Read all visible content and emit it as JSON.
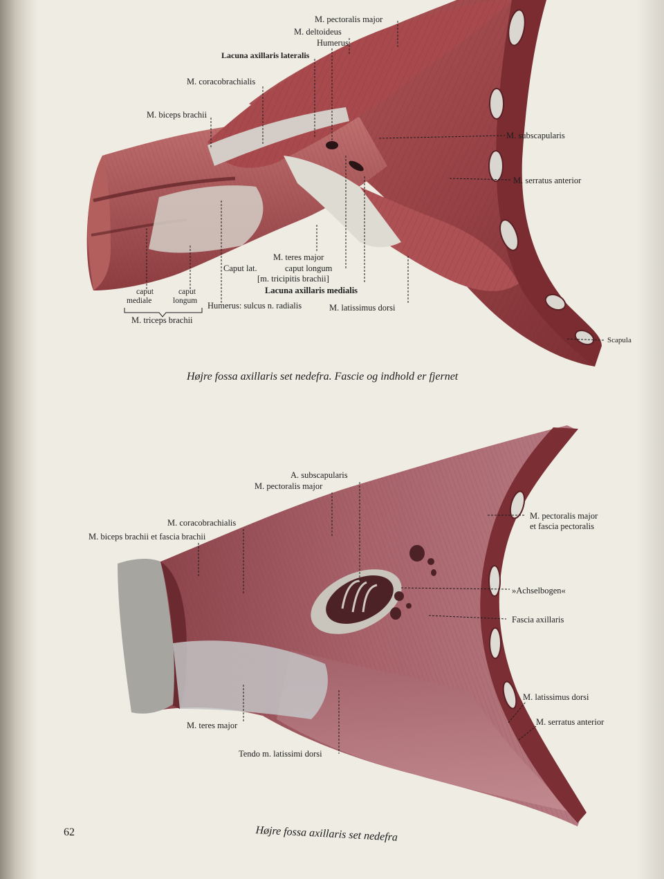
{
  "page_number": "62",
  "figure1": {
    "caption": "Højre fossa axillaris set nedefra. Fascie og indhold er fjernet",
    "labels": {
      "pect_major": "M. pectoralis major",
      "deltoideus": "M. deltoideus",
      "humerus_top": "Humerus",
      "lacuna_lat": "Lacuna axillaris lateralis",
      "coracobrachialis": "M. coracobrachialis",
      "biceps": "M. biceps brachii",
      "subscapularis": "M. subscapularis",
      "serratus": "M. serratus anterior",
      "teres_major": "M. teres major",
      "caput_lat": "Caput lat.",
      "caput_longum_a": "caput longum",
      "triceps_bracket": "[m. tricipitis brachii]",
      "lacuna_med": "Lacuna axillaris medialis",
      "caput": "caput",
      "mediale": "mediale",
      "longum": "longum",
      "humerus_sulcus": "Humerus: sulcus n. radialis",
      "latissimus": "M. latissimus dorsi",
      "triceps": "M. triceps brachii",
      "scapula": "Scapula"
    }
  },
  "figure2": {
    "caption": "Højre fossa axillaris set nedefra",
    "labels": {
      "a_subscap": "A. subscapularis",
      "pect_major": "M. pectoralis major",
      "coracobrachialis": "M. coracobrachialis",
      "biceps_fascia": "M. biceps brachii et fascia brachii",
      "pect_major_fascia_1": "M. pectoralis major",
      "pect_major_fascia_2": "et fascia pectoralis",
      "achselbogen": "»Achselbogen«",
      "fascia_axillaris": "Fascia axillaris",
      "latissimus": "M. latissimus dorsi",
      "serratus": "M. serratus anterior",
      "teres_major": "M. teres major",
      "tendo_latissimi": "Tendo m. latissimi dorsi"
    }
  },
  "colors": {
    "muscle": "#9e4a4c",
    "muscle_dark": "#6e2a2e",
    "muscle_light": "#c27c7a",
    "tendon": "#d8d6cf",
    "paper": "#efece4"
  }
}
